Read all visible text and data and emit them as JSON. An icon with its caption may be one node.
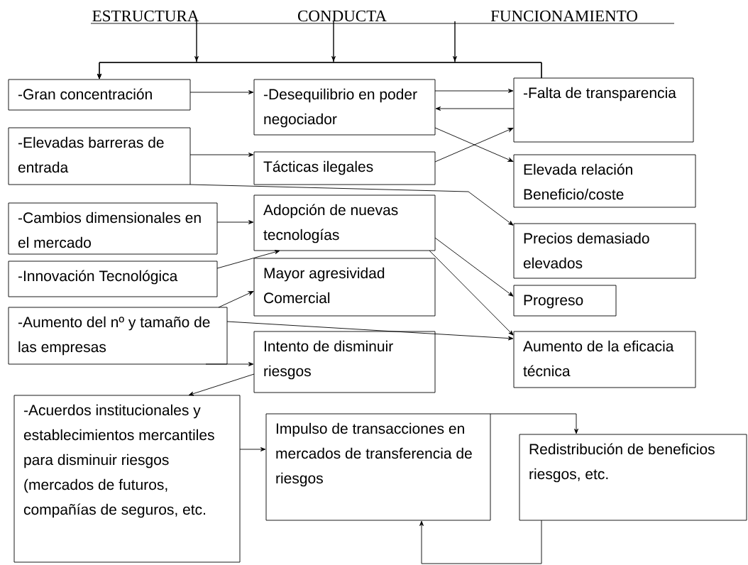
{
  "diagram": {
    "nodes": [
      {
        "text": [
          "ESTRUCTURA"
        ]
      },
      {
        "text": [
          "CONDUCTA"
        ]
      },
      {
        "text": [
          "FUNCIONAMIENTO"
        ]
      },
      {
        "text": [
          "-Gran concentración"
        ]
      },
      {
        "text": [
          "-Desequilibrio en poder negociador"
        ]
      },
      {
        "text": [
          "-Falta de transparencia"
        ]
      },
      {
        "text": [
          "-Elevadas barreras de entrada"
        ]
      },
      {
        "text": [
          "Tácticas ilegales"
        ]
      },
      {
        "text": [
          "Elevada relación Beneficio/coste"
        ]
      },
      {
        "text": [
          "-Cambios dimensionales en el mercado"
        ]
      },
      {
        "text": [
          "Adopción de nuevas tecnologías"
        ]
      },
      {
        "text": [
          "Precios demasiado elevados"
        ]
      },
      {
        "text": [
          "-Innovación Tecnológica"
        ]
      },
      {
        "text": [
          "Mayor agresividad Comercial"
        ]
      },
      {
        "text": [
          "Progreso"
        ]
      },
      {
        "text": [
          "-Aumento del nº y tamaño de las empresas"
        ]
      },
      {
        "text": [
          "Intento de disminuir riesgos"
        ]
      },
      {
        "text": [
          "Aumento de la eficacia técnica"
        ]
      },
      {
        "text": [
          "-Acuerdos institucionales y establecimientos mercantiles para disminuir riesgos (mercados de futuros, compañías de seguros, etc."
        ]
      },
      {
        "text": [
          "Impulso de transacciones en mercados de transferencia de riesgos"
        ]
      },
      {
        "text": [
          "Redistribución de beneficios riesgos, etc."
        ]
      }
    ],
    "edges": [
      {
        "from": 0,
        "to": 3,
        "arrow": "to"
      },
      {
        "from": 1,
        "to": 3,
        "arrow": "to"
      },
      {
        "from": 2,
        "to": 3,
        "arrow": "to"
      },
      {
        "from": 0,
        "to": 5,
        "arrow": "none"
      },
      {
        "from": 1,
        "to": 5,
        "arrow": "none"
      },
      {
        "from": 2,
        "to": 5,
        "arrow": "none"
      },
      {
        "from": 3,
        "to": 4,
        "arrow": "to"
      },
      {
        "from": 4,
        "to": 5,
        "arrow": "to"
      },
      {
        "from": 5,
        "to": 4,
        "arrow": "to"
      },
      {
        "from": 6,
        "to": 7,
        "arrow": "to"
      },
      {
        "from": 7,
        "to": 5,
        "arrow": "to"
      },
      {
        "from": 4,
        "to": 8,
        "arrow": "to"
      },
      {
        "from": 6,
        "to": 11,
        "arrow": "to"
      },
      {
        "from": 9,
        "to": 10,
        "arrow": "to"
      },
      {
        "from": 12,
        "to": 10,
        "arrow": "to"
      },
      {
        "from": 10,
        "to": 14,
        "arrow": "to"
      },
      {
        "from": 10,
        "to": 17,
        "arrow": "to"
      },
      {
        "from": 15,
        "to": 13,
        "arrow": "to"
      },
      {
        "from": 15,
        "to": 17,
        "arrow": "to"
      },
      {
        "from": 15,
        "to": 16,
        "arrow": "to"
      },
      {
        "from": 16,
        "to": 18,
        "arrow": "to"
      },
      {
        "from": 18,
        "to": 19,
        "arrow": "to"
      },
      {
        "from": 19,
        "to": 20,
        "arrow": "to"
      },
      {
        "from": 20,
        "to": 19,
        "arrow": "to"
      }
    ]
  }
}
